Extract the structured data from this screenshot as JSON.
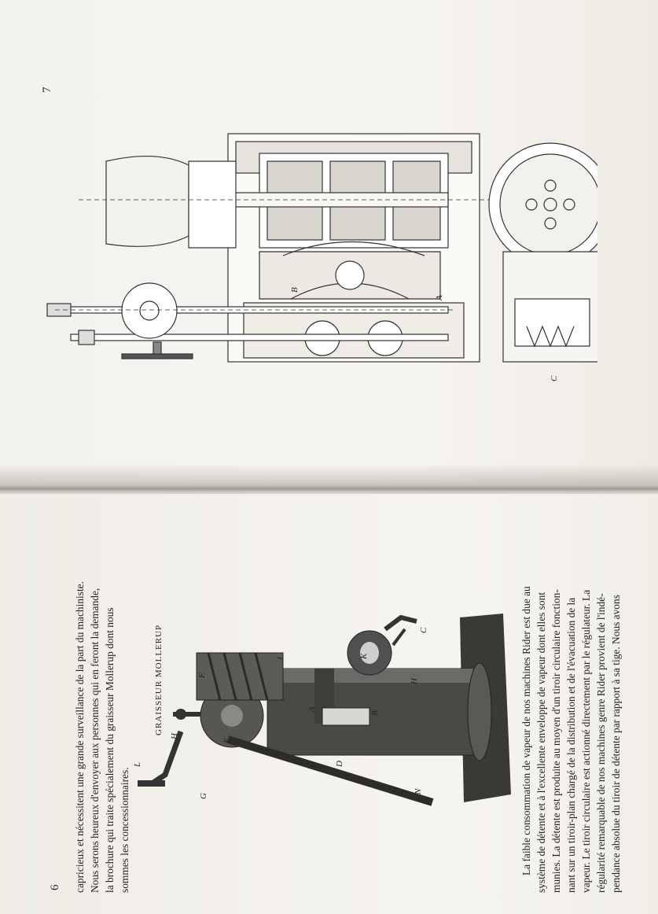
{
  "top_page": {
    "page_number": "7",
    "diagram_labels": {
      "a": "A",
      "b": "B",
      "c": "C"
    }
  },
  "bottom_page": {
    "page_number": "6",
    "top_paragraph": [
      "capricieux et nécessitent une grande surveillance de la part du machiniste.",
      "Nous serons heureux d'envoyer aux personnes qui en feront la demande,",
      "la brochure qui traite spécialement du graisseur Mollerup dont nous",
      "sommes les concessionnaires."
    ],
    "caption": "GRAISSEUR MOLLERUP",
    "figure_labels": {
      "l": "L",
      "h": "H",
      "g": "G",
      "e": "E",
      "f": "F",
      "j": "J",
      "k": "K",
      "a": "A",
      "b": "B",
      "d": "D",
      "n": "N",
      "h2": "H",
      "c": "C"
    },
    "bottom_paragraph": [
      "La faible consommation de vapeur de nos machines Rider est due au",
      "système de détente et à l'excellente enveloppe de vapeur dont elles sont",
      "munies. La détente est produite au moyen d'un tiroir circulaire fonction-",
      "nant sur un tiroir-plan chargé de la distribution et de l'évacuation de la",
      "vapeur. Le tiroir circulaire est actionné directement par le régulateur. La",
      "régularité remarquable de nos machines genre Rider provient de l'indé-",
      "pendance absolue du tiroir de détente par rapport à sa tige. Nous avons"
    ]
  }
}
